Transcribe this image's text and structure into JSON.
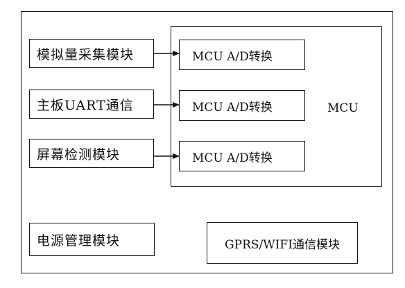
{
  "modules": {
    "analog": "模拟量采集模块",
    "uart": "主板UART通信",
    "screen": "屏幕检测模块",
    "power": "电源管理模块",
    "comm": "GPRS/WIFI通信模块"
  },
  "mcu": {
    "label": "MCU",
    "converters": [
      "MCU A/D转换",
      "MCU A/D转换",
      "MCU A/D转换"
    ]
  }
}
